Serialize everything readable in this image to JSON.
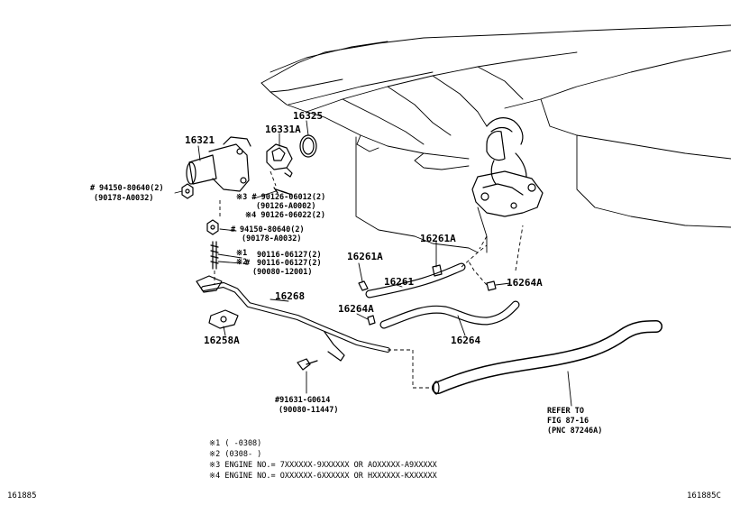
{
  "labels": {
    "p16321": "16321",
    "p16331a": "16331A",
    "p16325": "16325",
    "p94150_a": "94150-80640(2)",
    "p90178_a": "(90178-A0032)",
    "mark_sharp_a": "#",
    "p90126_line1": "※3 # 90126-06012(2)",
    "p90126_line2": "(90126-A0002)",
    "p90126_line3": "※4 90126-06022(2)",
    "p94150_b": "94150-80640(2)",
    "p90178_b": "(90178-A0032)",
    "mark_sharp_b": "#",
    "mark_1": "※1",
    "mark_2": "※2",
    "p90116_a": "90116-06127(2)",
    "p90116_b": "90116-06127(2)",
    "p90080_a": "(90080-12001)",
    "mark_sharp_c": "#",
    "p16268": "16268",
    "p16258a": "16258A",
    "p91631": "#91631-G0614",
    "p90080_b": "(90080-11447)",
    "p16261a_1": "16261A",
    "p16261a_2": "16261A",
    "p16261": "16261",
    "p16264a_1": "16264A",
    "p16264a_2": "16264A",
    "p16264": "16264",
    "refer1": "REFER TO",
    "refer2": "FIG 87-16",
    "refer3": "(PNC 87246A)"
  },
  "notes": [
    "※1 (      -0308)",
    "※2 (0308-     )",
    "※3 ENGINE NO.= 7XXXXXX-9XXXXXX OR AOXXXXX-A9XXXXX",
    "※4 ENGINE NO.= OXXXXXX-6XXXXXX OR HXXXXXX-KXXXXXX"
  ],
  "footer": {
    "left": "161885",
    "right": "161885C"
  }
}
